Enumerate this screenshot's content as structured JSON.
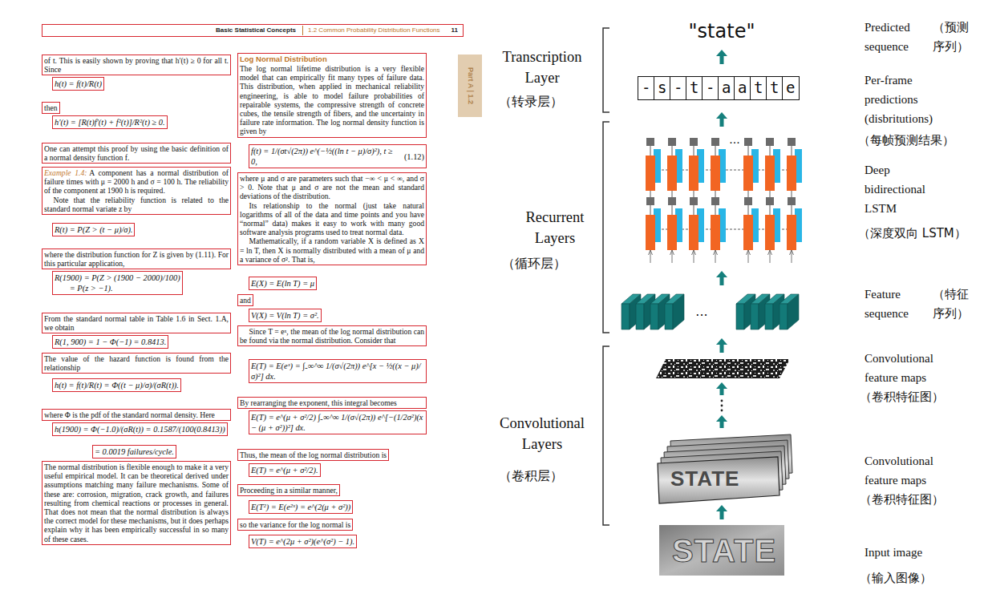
{
  "diagram": {
    "nodes": [
      {
        "text": [
          "Basic Statistical Concepts",
          "1.2 Common Probability Distribution Functions",
          "11"
        ]
      },
      {
        "text": [
          "of t. This is easily shown by proving that h′(t) ≥ 0 for all t. Since"
        ]
      },
      {
        "text": [
          "h(t) = f(t)/R(t)"
        ]
      },
      {
        "text": [
          "then"
        ]
      },
      {
        "text": [
          "h′(t) = [R(t)f′(t) + f²(t)]/R²(t) ≥ 0."
        ]
      },
      {
        "text": [
          "One can attempt this proof by using the basic definition of a normal density function f."
        ]
      },
      {
        "text": [
          "Example 1.4:",
          "A component has a normal distribution of failure times with μ = 2000 h and σ = 100 h. The reliability of the component at 1900 h is required.",
          "Note that the reliability function is related to the standard normal variate z by"
        ]
      },
      {
        "text": [
          "R(t) = P(Z > (t − μ)/σ)."
        ]
      },
      {
        "text": [
          "where the distribution function for Z is given by (1.11). For this particular application,"
        ]
      },
      {
        "text": [
          "R(1900) = P(Z > (1900 − 2000)/100)",
          "= P(z > −1)."
        ]
      },
      {
        "text": [
          "From the standard normal table in Table 1.6 in Sect. 1.A, we obtain"
        ]
      },
      {
        "text": [
          "R(1, 900) = 1 − Φ(−1) = 0.8413."
        ]
      },
      {
        "text": [
          "The value of the hazard function is found from the relationship"
        ]
      },
      {
        "text": [
          "h(t) = f(t)/R(t) = Φ((t − μ)/σ)/(σR(t))."
        ]
      },
      {
        "text": [
          "where Φ is the pdf of the standard normal density. Here"
        ]
      },
      {
        "text": [
          "h(1900) = Φ(−1.0)/(σR(t)) = 0.1587/(100(0.8413))"
        ]
      },
      {
        "text": [
          "= 0.0019 failures/cycle."
        ]
      },
      {
        "text": [
          "The normal distribution is flexible enough to make it a very useful empirical model. It can be theoretical derived under assumptions matching many failure mechanisms. Some of these are: corrosion, migration, crack growth, and failures resulting from chemical reactions or processes in general. That does not mean that the normal distribution is always the correct model for these mechanisms, but it does perhaps explain why it has been empirically successful in so many of these cases."
        ]
      },
      {
        "text": [
          "Log Normal Distribution",
          "The log normal lifetime distribution is a very flexible model that can empirically fit many types of failure data. This distribution, when applied in mechanical reliability engineering, is able to model failure probabilities of repairable systems, the compressive strength of concrete cubes, the tensile strength of fibers, and the uncertainty in failure rate information. The log normal density function is given by"
        ]
      },
      {
        "text": [
          "f(t) = 1/(σt√(2π)) e^(−½((ln t − μ)/σ)²), t ≥ 0,",
          "(1.12)"
        ]
      },
      {
        "text": [
          "where μ and σ are parameters such that −∞ < μ < ∞, and σ > 0. Note that μ and σ are not the mean and standard deviations of the distribution.",
          "Its relationship to the normal (just take natural logarithms of all of the data and time points and you have “normal” data) makes it easy to work with many good software analysis programs used to treat normal data.",
          "Mathematically, if a random variable X is defined as X = ln T, then X is normally distributed with a mean of μ and a variance of σ². That is,"
        ]
      },
      {
        "text": [
          "E(X) = E(ln T) = μ"
        ]
      },
      {
        "text": [
          "and"
        ]
      },
      {
        "text": [
          "V(X) = V(ln T) = σ²."
        ]
      },
      {
        "text": [
          "Since T = eˣ, the mean of the log normal distribution can be found via the normal distribution. Consider that"
        ]
      },
      {
        "text": [
          "E(T) = E(eˣ) = ∫₋∞^∞ 1/(σ√(2π)) e^[x − ½((x − μ)/σ)²] dx."
        ]
      },
      {
        "text": [
          "By rearranging the exponent, this integral becomes"
        ]
      },
      {
        "text": [
          "E(T) = e^(μ + σ²/2) ∫₋∞^∞ 1/(σ√(2π)) e^[−(1/2σ²)(x − (μ + σ²))²] dx."
        ]
      },
      {
        "text": [
          "Thus, the mean of the log normal distribution is"
        ]
      },
      {
        "text": [
          "E(T) = e^(μ + σ²/2)."
        ]
      },
      {
        "text": [
          "Proceeding in a similar manner,"
        ]
      },
      {
        "text": [
          "E(T²) = E(e²ˣ) = e^(2(μ + σ²))"
        ]
      },
      {
        "text": [
          "so the variance for the log normal is"
        ]
      },
      {
        "text": [
          "V(T) = e^(2μ + σ²)(e^(σ²) − 1)."
        ]
      },
      {
        "text": [
          "Part A | 1.2"
        ]
      },
      {
        "text": [
          "-"
        ]
      },
      {
        "text": [
          "s"
        ]
      },
      {
        "text": [
          "-"
        ]
      },
      {
        "text": [
          "t"
        ]
      },
      {
        "text": [
          "-"
        ]
      },
      {
        "text": [
          "a"
        ]
      },
      {
        "text": [
          "a"
        ]
      },
      {
        "text": [
          "t"
        ]
      },
      {
        "text": [
          "t"
        ]
      },
      {
        "text": [
          "e"
        ]
      }
    ],
    "labels": [
      "\"state\"",
      "Transcription Layer",
      "（转录层）",
      "Recurrent Layers",
      "（循环层）",
      "Convolutional Layers",
      "（卷积层）",
      "Predicted sequence",
      "（预测序列）",
      "Per-frame predictions (disbritutions)",
      "（每帧预测结果）",
      "Deep bidirectional LSTM",
      "（深度双向 LSTM）",
      "Feature sequence",
      "（特征序列）",
      "Convolutional feature maps",
      "（卷积特征图）",
      "Convolutional feature maps",
      "（卷积特征图）",
      "Input image",
      "（输入图像）",
      "...",
      "...",
      "STATE",
      "STATE"
    ]
  }
}
